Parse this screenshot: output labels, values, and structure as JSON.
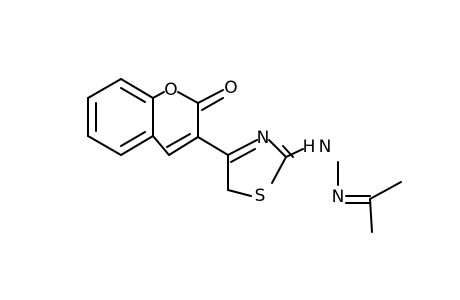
{
  "molecule": {
    "atoms": {
      "ring_oxygen": "O",
      "carbonyl_oxygen": "O",
      "thiazole_nitrogen": "N",
      "thiazole_sulfur": "S",
      "hydrazine_nh": "H",
      "hydrazine_n1": "N",
      "imine_n": "N"
    }
  }
}
